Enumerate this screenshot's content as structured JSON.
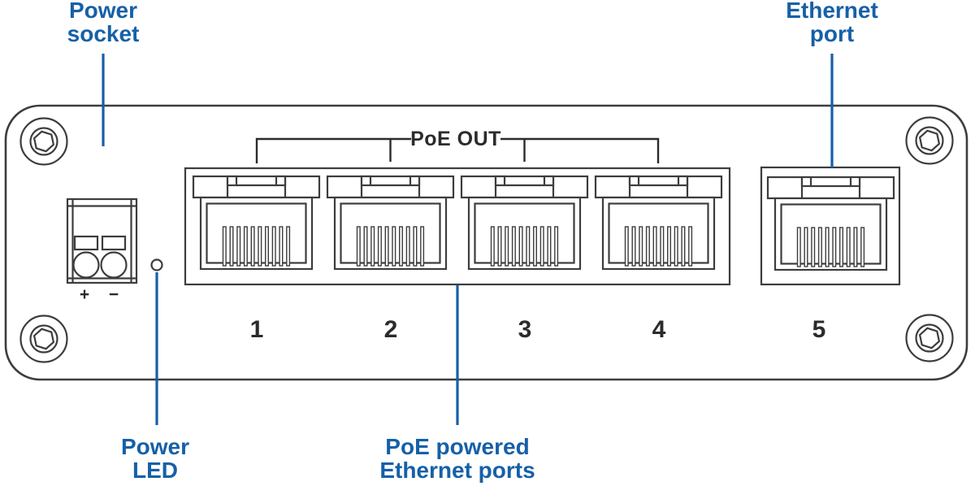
{
  "colors": {
    "callout": "#1660a7",
    "line": "#3d3d3d",
    "dark": "#2b2b2b"
  },
  "callouts": {
    "power_socket": {
      "line1": "Power",
      "line2": "socket"
    },
    "ethernet_port": {
      "line1": "Ethernet",
      "line2": "port"
    },
    "power_led": {
      "line1": "Power",
      "line2": "LED"
    },
    "poe_ports": {
      "line1": "PoE powered",
      "line2": "Ethernet ports"
    }
  },
  "device": {
    "poe_out_label": "PoE OUT",
    "port_numbers": [
      "1",
      "2",
      "3",
      "4",
      "5"
    ],
    "power_terminals": {
      "plus": "+",
      "minus": "−"
    }
  }
}
